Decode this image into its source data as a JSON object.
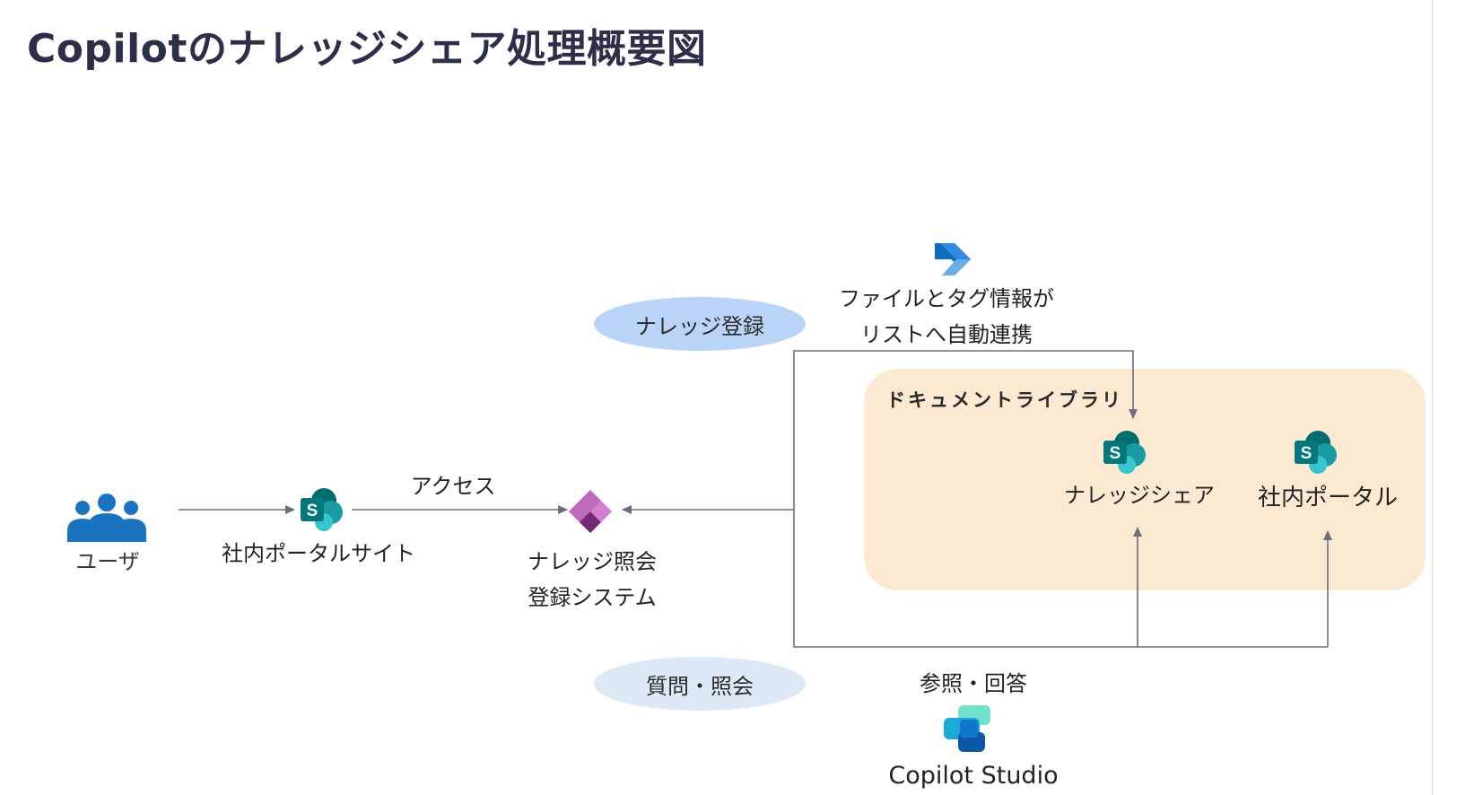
{
  "title": "Copilotのナレッジシェア処理概要図",
  "nodes": {
    "user": "ユーザ",
    "portal_site": "社内ポータルサイト",
    "access": "アクセス",
    "system_line1": "ナレッジ照会",
    "system_line2": "登録システム",
    "auto_line1": "ファイルとタグ情報が",
    "auto_line2": "リストへ自動連携",
    "library": "ドキュメントライブラリ",
    "knowledge_share": "ナレッジシェア",
    "internal_portal": "社内ポータル",
    "ref_answer": "参照・回答",
    "copilot_studio": "Copilot Studio"
  },
  "pills": {
    "register": "ナレッジ登録",
    "query": "質問・照会"
  },
  "icons": {
    "users": "users-icon",
    "sharepoint": "sharepoint-icon",
    "power_apps": "power-apps-icon",
    "power_automate": "power-automate-icon",
    "copilot_studio": "copilot-studio-icon"
  },
  "colors": {
    "title": "#2b2f4a",
    "library_bg": "#fbe9d2",
    "pill_register": "#b9d4f7",
    "pill_query": "#dde9f6",
    "connector": "#6b6e7f",
    "users_icon": "#1a74c0"
  }
}
